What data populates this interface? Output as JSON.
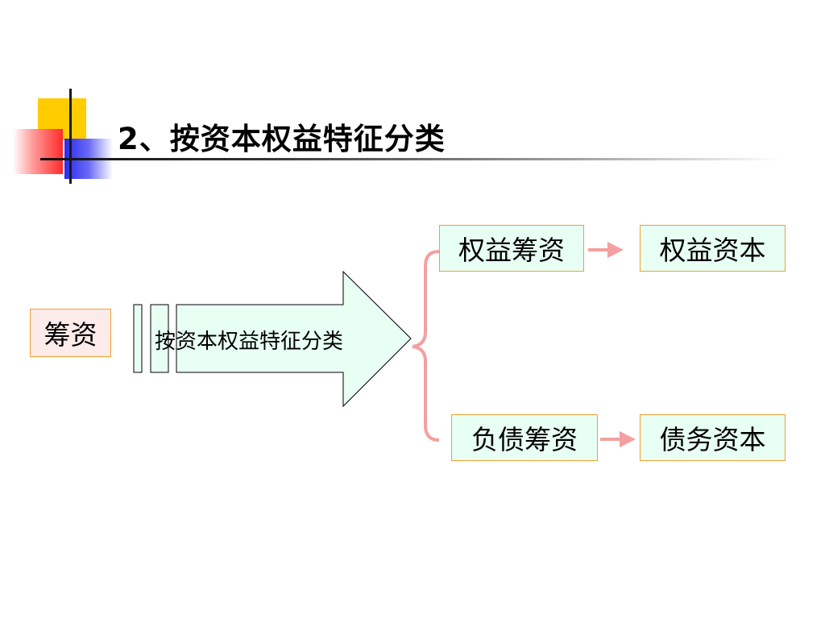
{
  "slide": {
    "title_number": "2",
    "title_text": "、按资本权益特征分类"
  },
  "diagram": {
    "source_node": "筹资",
    "arrow_label": "按资本权益特征分类",
    "branches": [
      {
        "category": "权益筹资",
        "result": "权益资本"
      },
      {
        "category": "负债筹资",
        "result": "债务资本"
      }
    ]
  },
  "colors": {
    "box_border": "#F0A030",
    "box_fill_mint": "#E8FFF4",
    "box_fill_pink": "#FDEBEA",
    "arrow_fill": "#E8FFF4",
    "connector": "#F4A0A0",
    "ornament_yellow": "#FFCC00",
    "ornament_red": "#FF2A2A",
    "ornament_blue": "#2A2AEE"
  }
}
